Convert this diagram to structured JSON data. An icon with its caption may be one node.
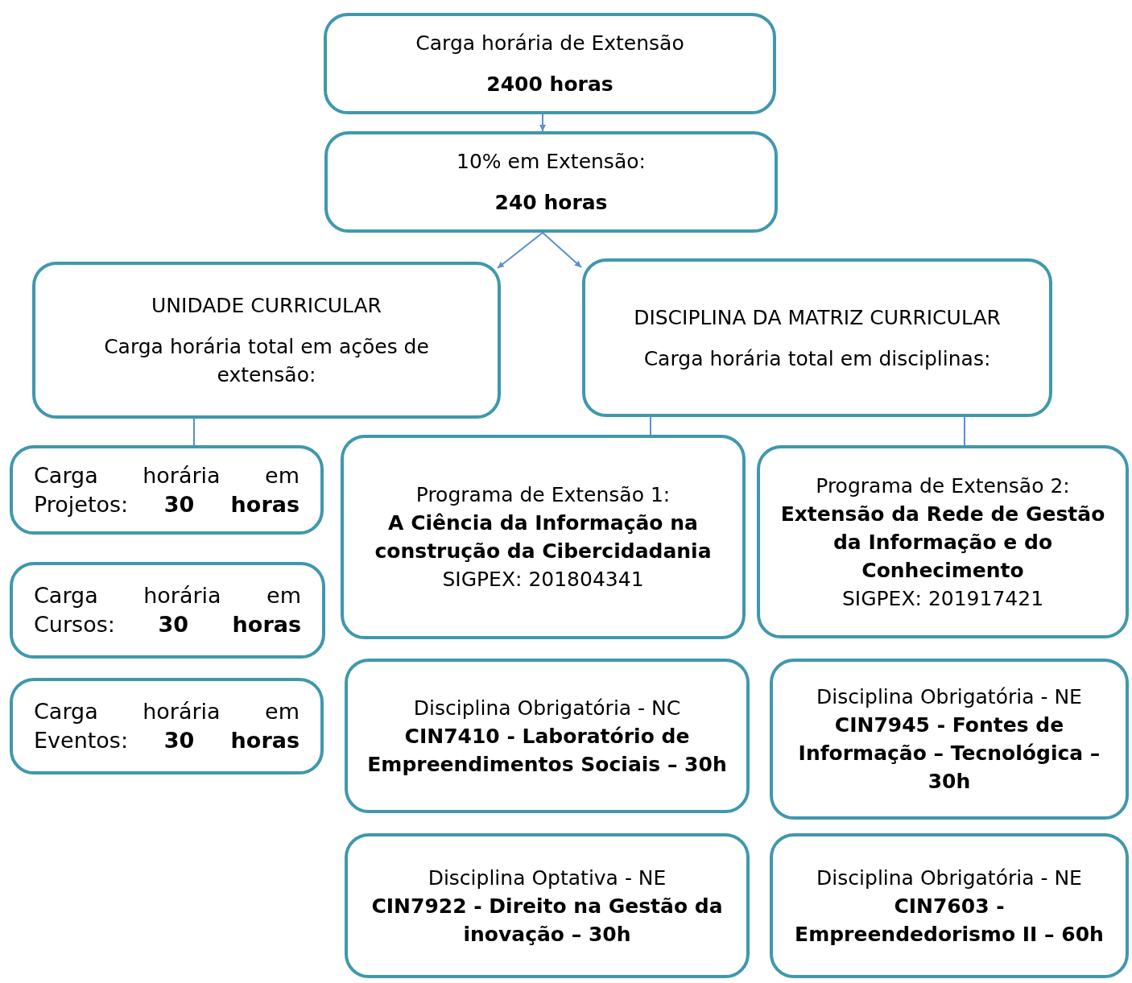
{
  "diagram": {
    "nodes": [
      {
        "text": [
          "Carga horária de Extensão",
          "2400 horas"
        ]
      },
      {
        "text": [
          "10% em Extensão:",
          "240 horas"
        ]
      },
      {
        "text": [
          "UNIDADE CURRICULAR",
          "Carga horária total em ações de extensão:"
        ]
      },
      {
        "text": [
          "DISCIPLINA DA MATRIZ CURRICULAR",
          "Carga horária total em disciplinas:"
        ]
      },
      {
        "text": [
          "Carga horária em Projetos: **30 horas**"
        ]
      },
      {
        "text": [
          "Programa de Extensão 1:",
          "A Ciência da Informação na construção da Cibercidadania",
          "SIGPEX: 201804341"
        ]
      },
      {
        "text": [
          "Programa de Extensão 2:",
          "Extensão da Rede de Gestão da Informação e do Conhecimento",
          "SIGPEX: 201917421"
        ]
      },
      {
        "text": [
          "Carga horária em Cursos: **30 horas**"
        ]
      },
      {
        "text": [
          "Carga horária em Eventos: **30 horas**"
        ]
      },
      {
        "text": [
          "Disciplina Obrigatória - NC",
          "CIN7410 - Laboratório de Empreendimentos Sociais – 30h"
        ]
      },
      {
        "text": [
          "Disciplina Obrigatória - NE",
          "CIN7945 - Fontes de Informação – Tecnológica – 30h"
        ]
      },
      {
        "text": [
          "Disciplina Optativa - NE",
          "CIN7922 - Direito na Gestão da inovação – 30h"
        ]
      },
      {
        "text": [
          "Disciplina Obrigatória - NE",
          "CIN7603 - Empreendedorismo II – 60h"
        ]
      }
    ],
    "edges": [
      {
        "from": 0,
        "to": 1,
        "arrow": "to"
      },
      {
        "from": 1,
        "to": 2,
        "arrow": "to"
      },
      {
        "from": 1,
        "to": 3,
        "arrow": "to"
      },
      {
        "from": 2,
        "to": 4,
        "arrow": "none"
      },
      {
        "from": 3,
        "to": 5,
        "arrow": "none"
      },
      {
        "from": 3,
        "to": 6,
        "arrow": "none"
      }
    ]
  }
}
